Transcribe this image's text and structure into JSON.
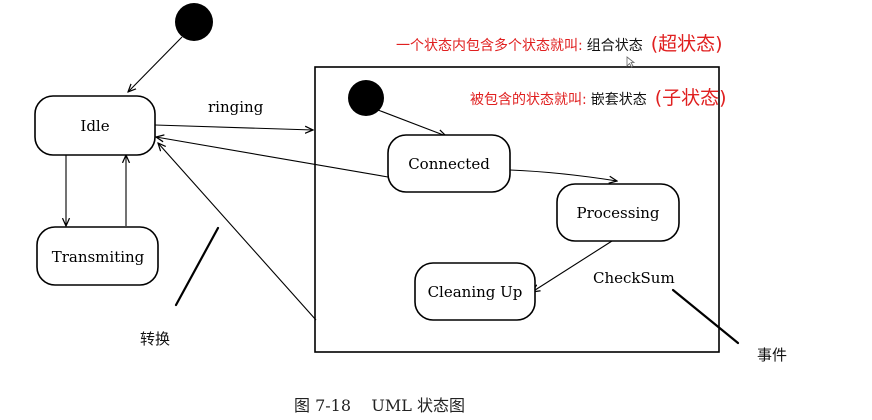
{
  "states": {
    "idle": "Idle",
    "transmiting": "Transmiting",
    "connected": "Connected",
    "processing": "Processing",
    "cleaning_up": "Cleaning Up"
  },
  "transitions": {
    "ringing": "ringing",
    "checksum": "CheckSum"
  },
  "annotations": {
    "composite_prefix": "一个状态内包含多个状态就叫:",
    "composite_term": "组合状态",
    "composite_alt": "(超状态)",
    "nested_prefix": "被包含的状态就叫:",
    "nested_term": "嵌套状态",
    "nested_alt": "(子状态)",
    "transition_note": "转换",
    "event_note": "事件"
  },
  "caption": "图 7-18    UML 状态图"
}
